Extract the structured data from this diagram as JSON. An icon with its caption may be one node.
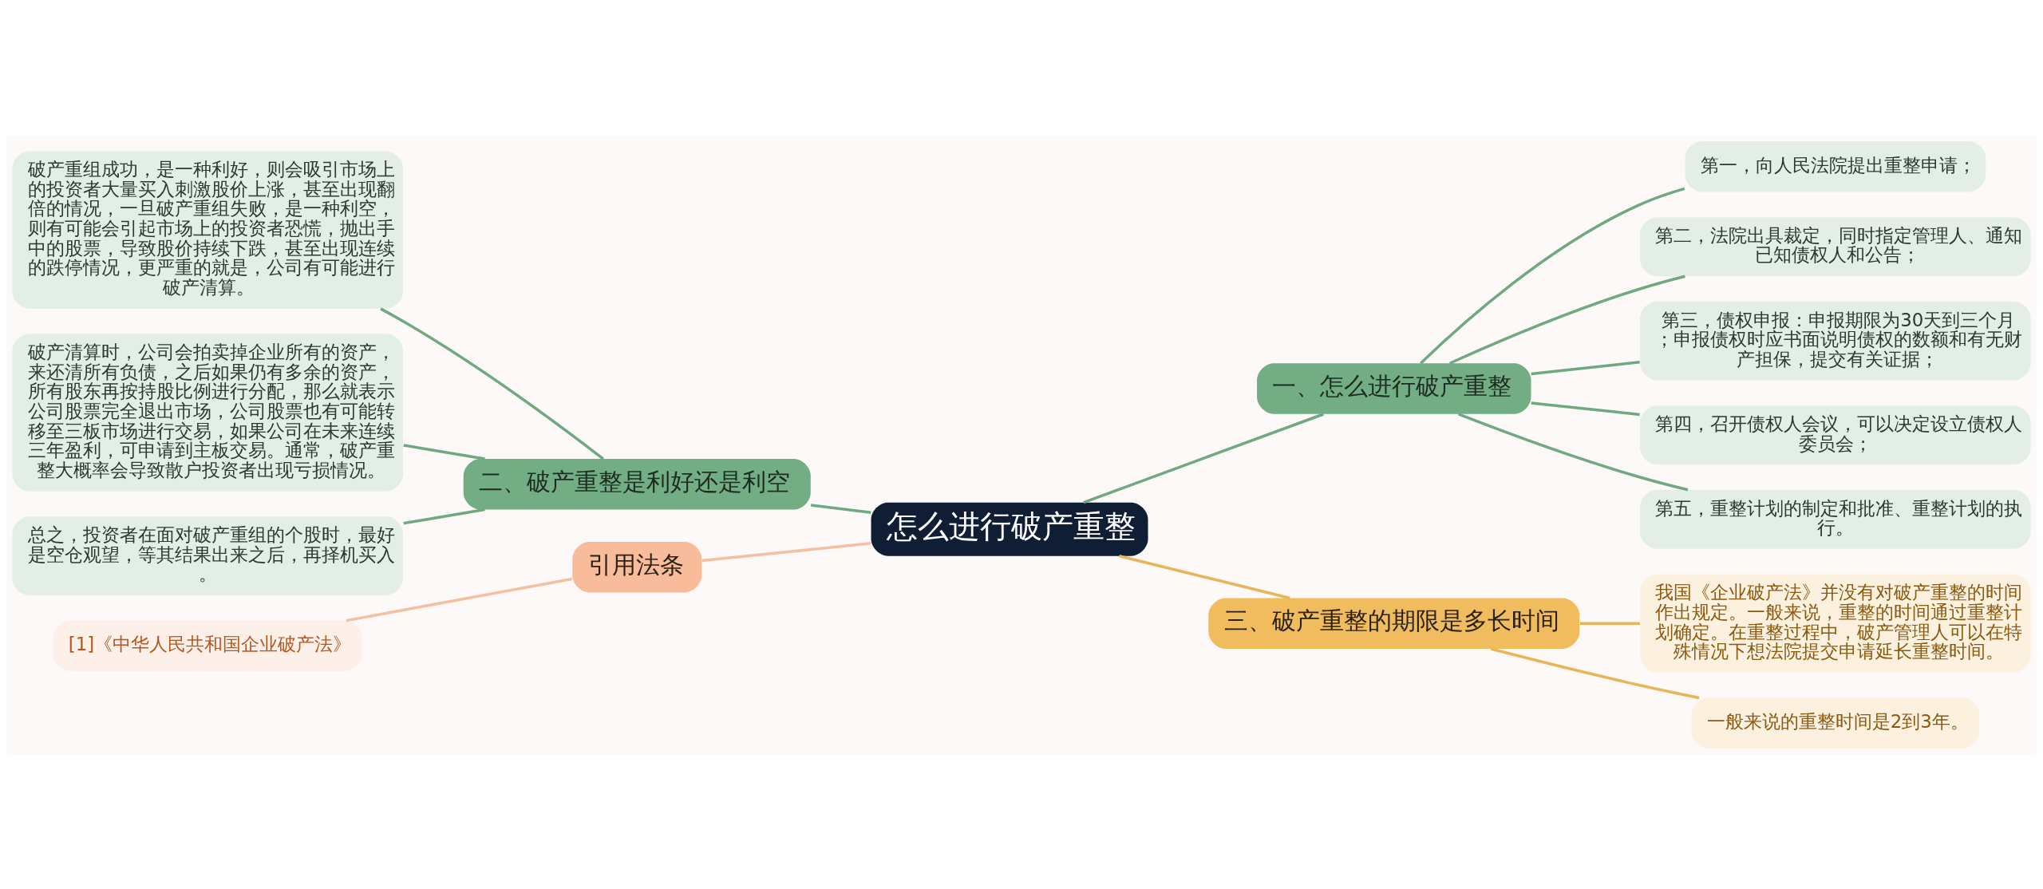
{
  "diagram": {
    "nodes": [
      {
        "text": [
          "怎么进行破产重整"
        ]
      },
      {
        "text": [
          "二、破产重整是利好还是利空"
        ]
      },
      {
        "text": [
          "破产重组成功，是一种利好，则会吸引市场上的投资者大量买入刺激股价上涨，甚至出现翻倍的情况，一旦破产重组失败，是一种利空，则有可能会引起市场上的投资者恐慌，抛出手中的股票，导致股价持续下跌，甚至出现连续的跌停情况，更严重的就是，公司有可能进行破产清算。"
        ]
      },
      {
        "text": [
          "破产清算时，公司会拍卖掉企业所有的资产，来还清所有负债，之后如果仍有多余的资产，所有股东再按持股比例进行分配，那么就表示公司股票完全退出市场，公司股票也有可能转移至三板市场进行交易，如果公司在未来连续三年盈利，可申请到主板交易。通常，破产重整大概率会导致散户投资者出现亏损情况。"
        ]
      },
      {
        "text": [
          "总之，投资者在面对破产重组的个股时，最好是空仓观望，等其结果出来之后，再择机买入。"
        ]
      },
      {
        "text": [
          "引用法条"
        ]
      },
      {
        "text": [
          "[1]《中华人民共和国企业破产法》"
        ]
      },
      {
        "text": [
          "一、怎么进行破产重整"
        ]
      },
      {
        "text": [
          "第一，向人民法院提出重整申请；"
        ]
      },
      {
        "text": [
          "第二，法院出具裁定，同时指定管理人、通知已知债权人和公告；"
        ]
      },
      {
        "text": [
          "第三，债权申报：申报期限为30天到三个月；申报债权时应书面说明债权的数额和有无财产担保，提交有关证据；"
        ]
      },
      {
        "text": [
          "第四，召开债权人会议，可以决定设立债权人委员会；"
        ]
      },
      {
        "text": [
          "第五，重整计划的制定和批准、重整计划的执行。"
        ]
      },
      {
        "text": [
          "三、破产重整的期限是多长时间"
        ]
      },
      {
        "text": [
          "我国《企业破产法》并没有对破产重整的时间作出规定。一般来说，重整的时间通过重整计划确定。在重整过程中，破产管理人可以在特殊情况下想法院提交申请延长重整时间。"
        ]
      },
      {
        "text": [
          "一般来说的重整时间是2到3年。"
        ]
      }
    ],
    "edges": [
      {
        "from": 0,
        "to": 1,
        "arrow": "none"
      },
      {
        "from": 1,
        "to": 2,
        "arrow": "none"
      },
      {
        "from": 1,
        "to": 3,
        "arrow": "none"
      },
      {
        "from": 1,
        "to": 4,
        "arrow": "none"
      },
      {
        "from": 0,
        "to": 5,
        "arrow": "none",
        "color": "#f5c0a2"
      },
      {
        "from": 5,
        "to": 6,
        "arrow": "none",
        "color": "#f5c0a2"
      },
      {
        "from": 0,
        "to": 7,
        "arrow": "none"
      },
      {
        "from": 7,
        "to": 8,
        "arrow": "none"
      },
      {
        "from": 7,
        "to": 9,
        "arrow": "none"
      },
      {
        "from": 7,
        "to": 10,
        "arrow": "none"
      },
      {
        "from": 7,
        "to": 11,
        "arrow": "none"
      },
      {
        "from": 7,
        "to": 12,
        "arrow": "none"
      },
      {
        "from": 0,
        "to": 13,
        "arrow": "none",
        "color": "#e8b65a"
      },
      {
        "from": 13,
        "to": 14,
        "arrow": "none",
        "color": "#e8b65a"
      },
      {
        "from": 13,
        "to": 15,
        "arrow": "none",
        "color": "#e8b65a"
      }
    ]
  }
}
